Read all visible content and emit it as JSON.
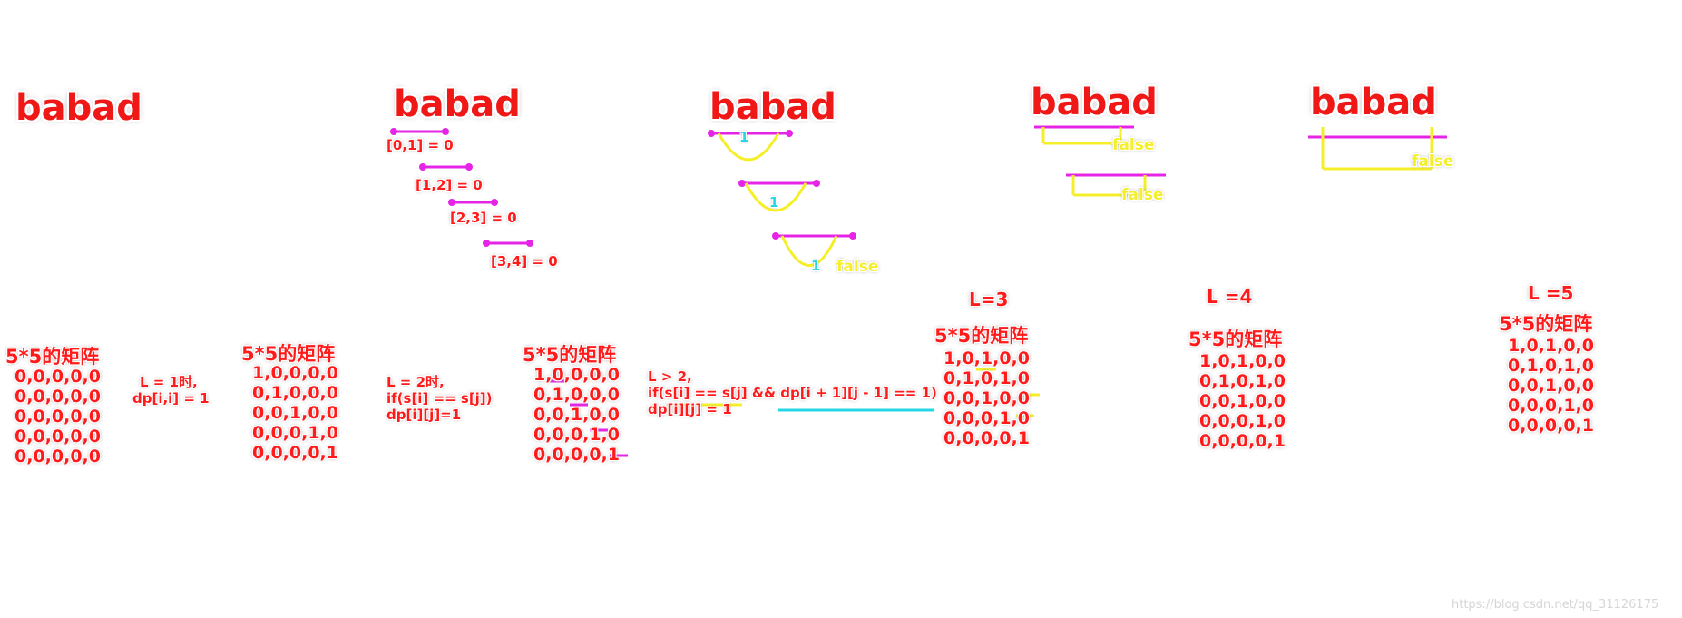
{
  "words": {
    "w1": "babad",
    "w2": "babad",
    "w3": "babad",
    "w4": "babad",
    "w5": "babad"
  },
  "pairs": {
    "p01": "[0,1] = 0",
    "p12": "[1,2] = 0",
    "p23": "[2,3] = 0",
    "p34": "[3,4] = 0"
  },
  "arc_one": "1",
  "false_label": "false",
  "levels": {
    "l3": "L=3",
    "l4": "L =4",
    "l5": "L =5"
  },
  "matrix_title": "5*5的矩阵",
  "matrices": {
    "zero": [
      "0,0,0,0,0",
      "0,0,0,0,0",
      "0,0,0,0,0",
      "0,0,0,0,0",
      "0,0,0,0,0"
    ],
    "m1": [
      "1,0,0,0,0",
      "0,1,0,0,0",
      "0,0,1,0,0",
      "0,0,0,1,0",
      "0,0,0,0,1"
    ],
    "m2": [
      "1,0,0,0,0",
      "0,1,0,0,0",
      "0,0,1,0,0",
      "0,0,0,1,0",
      "0,0,0,0,1"
    ],
    "m3": [
      "1,0,1,0,0",
      "0,1,0,1,0",
      "0,0,1,0,0",
      "0,0,0,1,0",
      "0,0,0,0,1"
    ],
    "m4": [
      "1,0,1,0,0",
      "0,1,0,1,0",
      "0,0,1,0,0",
      "0,0,0,1,0",
      "0,0,0,0,1"
    ],
    "m5": [
      "1,0,1,0,0",
      "0,1,0,1,0",
      "0,0,1,0,0",
      "0,0,0,1,0",
      "0,0,0,0,1"
    ]
  },
  "notes": {
    "n1": [
      "L = 1时,",
      "dp[i,i] = 1"
    ],
    "n2": [
      "L = 2时,",
      "if(s[i] == s[j])",
      "dp[i][j]=1"
    ],
    "n3": [
      "L > 2,",
      "if(s[i] == s[j] && dp[i + 1][j - 1] == 1)",
      "dp[i][j] = 1"
    ]
  },
  "watermark": "https://blog.csdn.net/qq_31126175",
  "colors": {
    "text_red": "#f01717",
    "bracket_magenta": "#e524e6",
    "bracket_yellow": "#f5ef2a",
    "underline_cyan": "#25d6e6",
    "background": "#ffffff"
  }
}
